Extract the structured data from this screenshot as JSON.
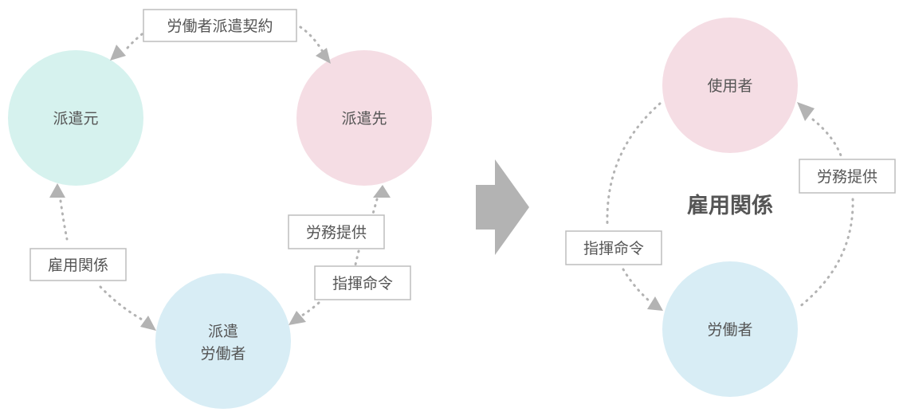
{
  "left_diagram": {
    "nodes": {
      "dispatcher": {
        "label": "派遣元",
        "color": "#d6f2ee"
      },
      "client": {
        "label": "派遣先",
        "color": "#f5dde4"
      },
      "worker": {
        "line1": "派遣",
        "line2": "労働者",
        "color": "#d8edf5"
      }
    },
    "labels": {
      "dispatch_contract": "労働者派遣契約",
      "employment": "雇用関係",
      "labor_provision": "労務提供",
      "direction_command": "指揮命令"
    }
  },
  "transition_arrow": {
    "color": "#b3b3b3"
  },
  "right_diagram": {
    "nodes": {
      "employer": {
        "label": "使用者",
        "color": "#f5dde4"
      },
      "worker": {
        "label": "労働者",
        "color": "#d8edf5"
      }
    },
    "center_label": "雇用関係",
    "labels": {
      "labor_provision": "労務提供",
      "direction_command": "指揮命令"
    }
  },
  "colors": {
    "connector": "#b3b3b3",
    "label_border": "#bdbdbd",
    "text": "#555555"
  }
}
